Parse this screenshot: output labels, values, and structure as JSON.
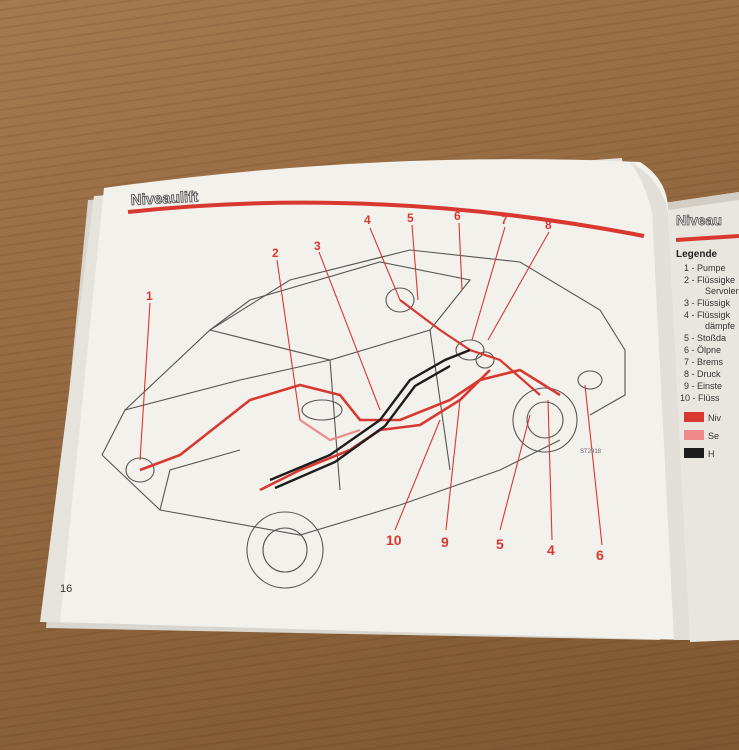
{
  "manual": {
    "left_page": {
      "title": "Niveaulift",
      "page_number": "16",
      "figure_code": "ST2918",
      "callouts_top": [
        "1",
        "2",
        "3",
        "4",
        "5",
        "6",
        "7",
        "8"
      ],
      "callouts_bottom": [
        "10",
        "9",
        "5",
        "4",
        "6"
      ]
    },
    "right_page": {
      "title": "Niveau",
      "legend_heading": "Legende",
      "legend_items": [
        "1 - Pumpe",
        "2 - Flüssigke",
        "Servolen",
        "3 - Flüssigk",
        "4 - Flüssigk",
        "dämpfe",
        "5 - Stoßda",
        "6 - Ölpne",
        "7 - Brems",
        "8 - Druck",
        "9 - Einste",
        "10 - Flüss"
      ],
      "swatches": [
        {
          "label": "Niv",
          "color": "#d8382f"
        },
        {
          "label": "Se",
          "color": "#ee8a8a"
        },
        {
          "label": "H",
          "color": "#1c1c1c"
        }
      ]
    },
    "colors": {
      "accent_red": "#d8382f",
      "paper": "#f3f1ec",
      "table_wood": "#93683f"
    }
  }
}
